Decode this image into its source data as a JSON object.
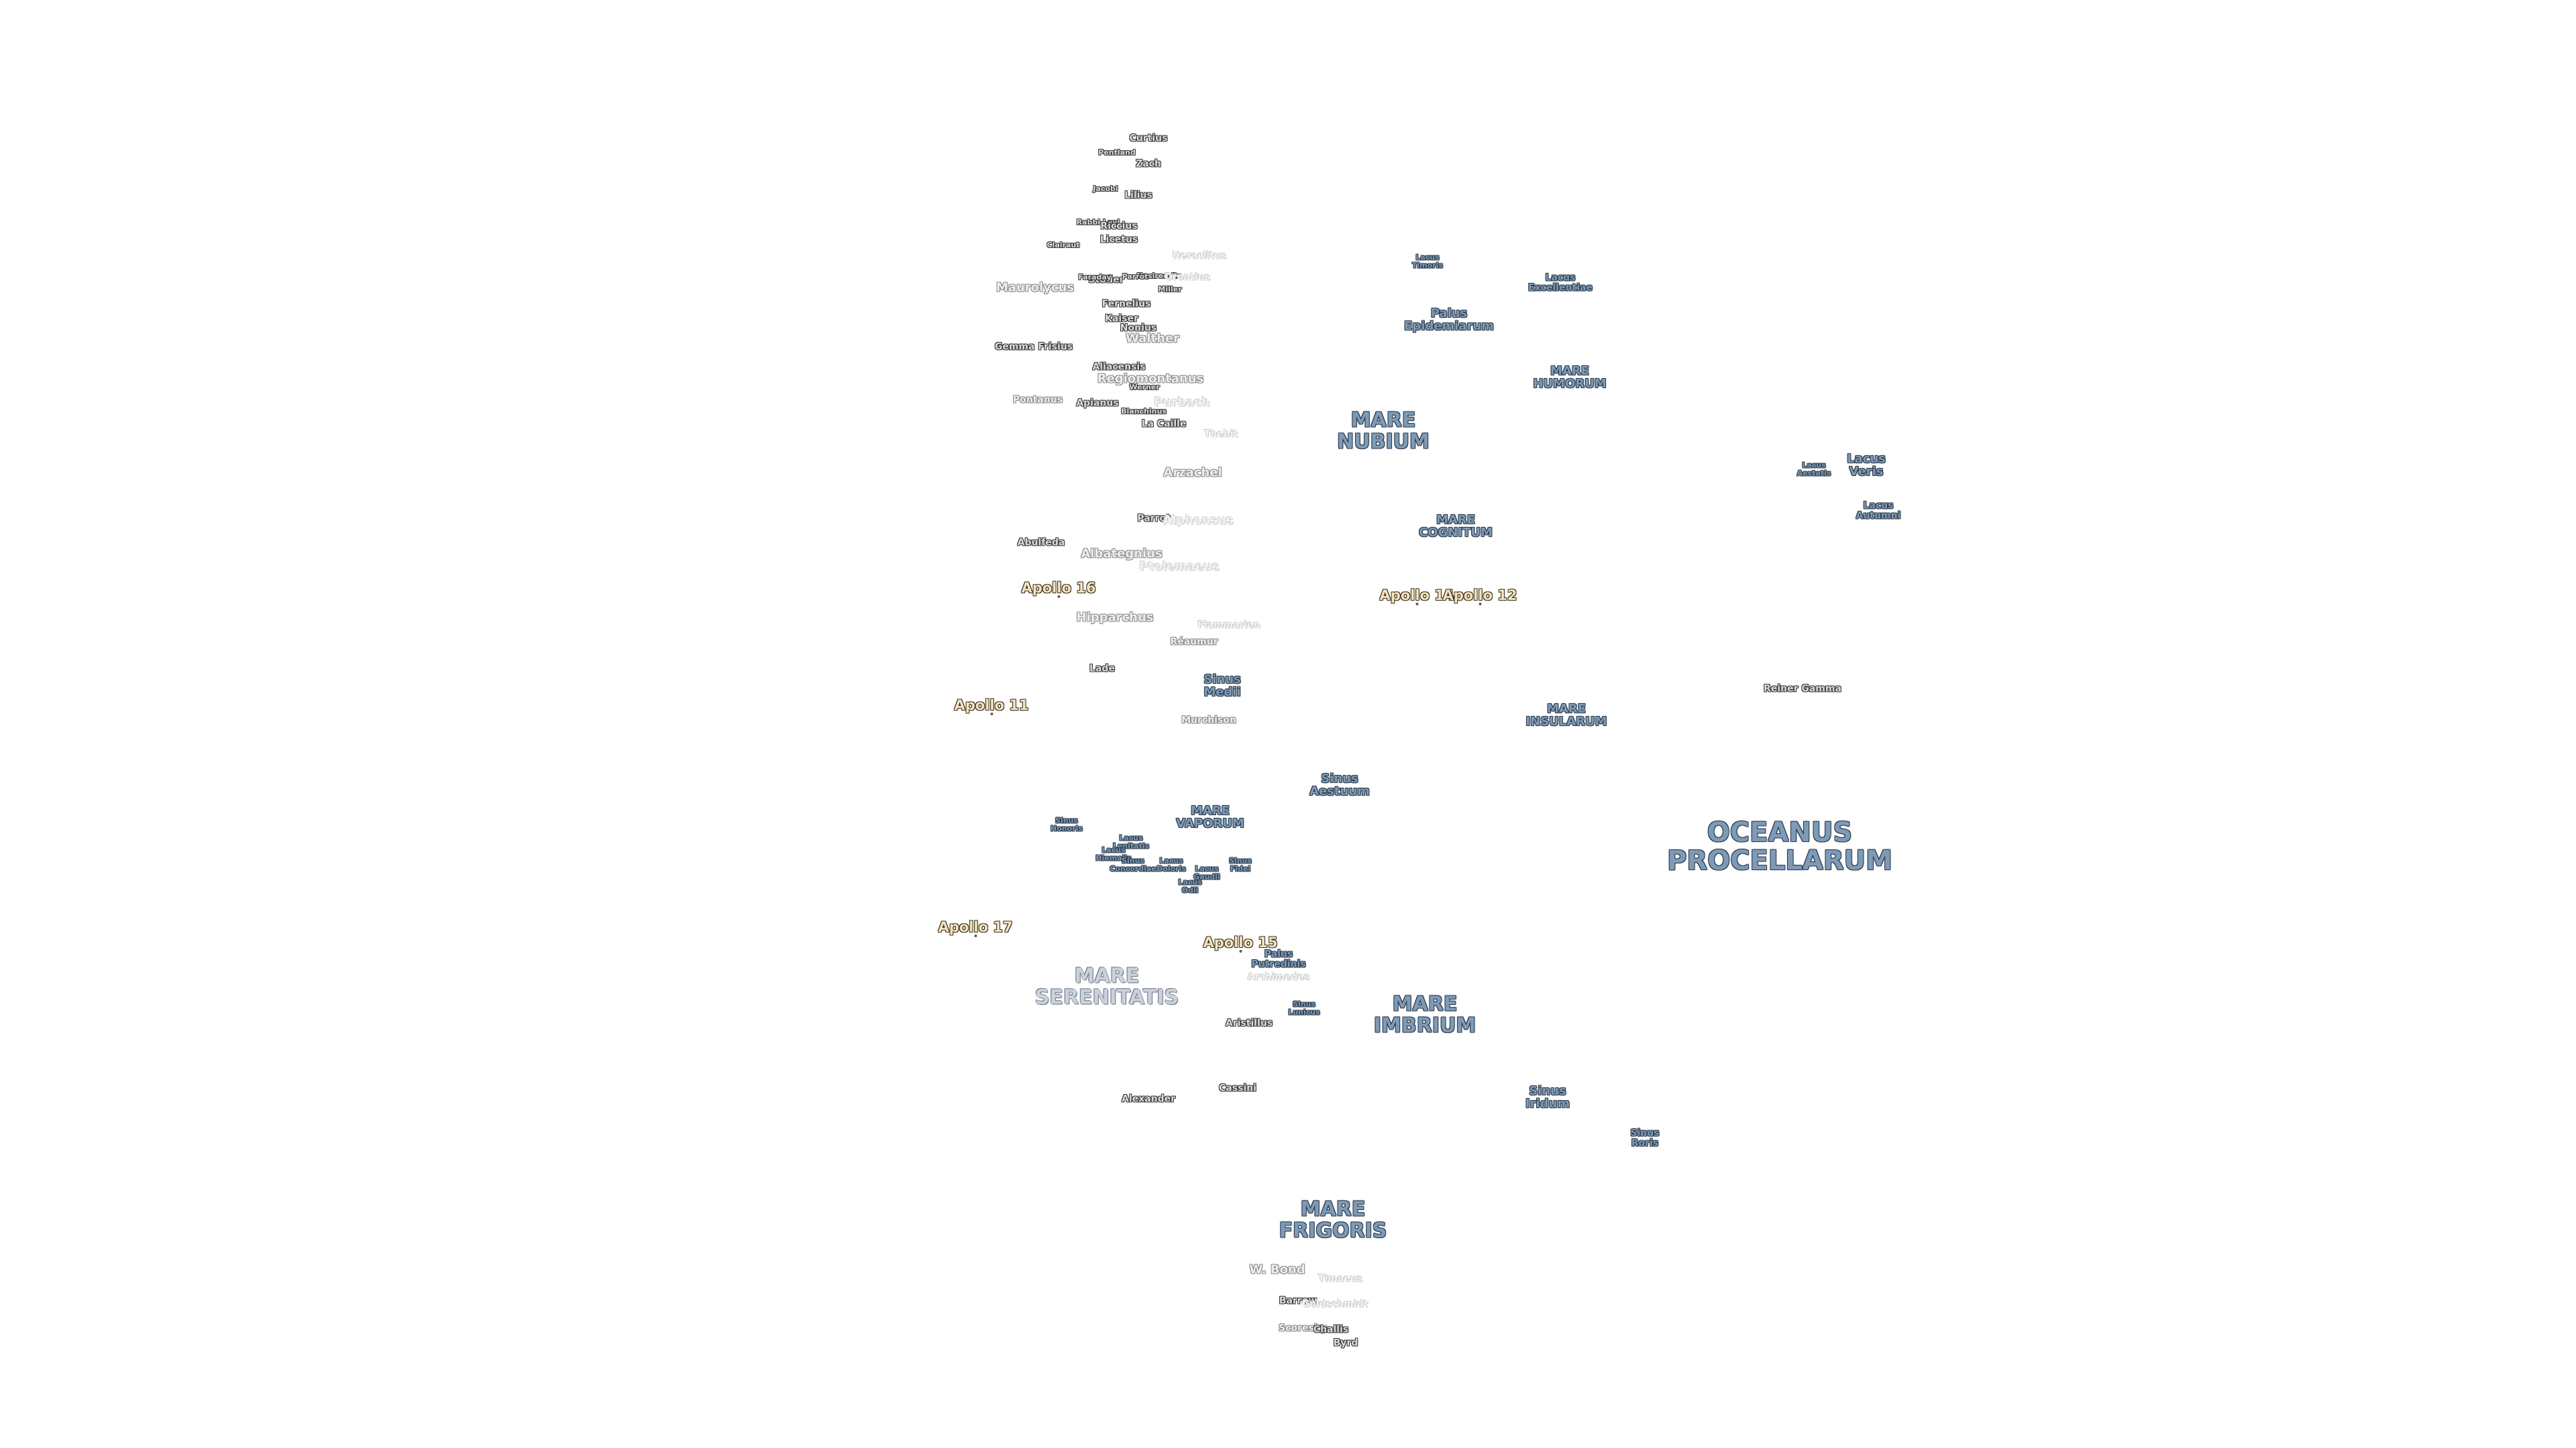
{
  "labels": [
    {
      "text": "Curtius",
      "cls": "crater",
      "size": "s-s"
    },
    {
      "text": "Pentland",
      "cls": "crater",
      "size": "s-xs"
    },
    {
      "text": "Zach",
      "cls": "crater",
      "size": "s-s"
    },
    {
      "text": "Jacobi",
      "cls": "crater",
      "size": "s-xs"
    },
    {
      "text": "Lilius",
      "cls": "crater",
      "size": "s-s"
    },
    {
      "text": "Rabbi Levi",
      "cls": "crater",
      "size": "s-xs"
    },
    {
      "text": "Riccius",
      "cls": "crater",
      "size": "s-s"
    },
    {
      "text": "Licetus",
      "cls": "crater",
      "size": "s-s"
    },
    {
      "text": "Clairaut",
      "cls": "crater",
      "size": "s-xs"
    },
    {
      "text": "Stöfler",
      "cls": "crater",
      "size": "s-s"
    },
    {
      "text": "Faraday",
      "cls": "crater",
      "size": "s-xs"
    },
    {
      "text": "Heraclitus",
      "cls": "crater faint",
      "size": "s-s"
    },
    {
      "text": "Nasireddin",
      "cls": "crater",
      "size": "s-xs"
    },
    {
      "text": "Orontius",
      "cls": "crater faint",
      "size": "s-s"
    },
    {
      "text": "Miller",
      "cls": "crater",
      "size": "s-xs"
    },
    {
      "text": "Maurolycus",
      "cls": "crater mid",
      "size": "s-m"
    },
    {
      "text": "Parrot",
      "cls": "crater",
      "size": "s-xs"
    },
    {
      "text": "Fernelius",
      "cls": "crater",
      "size": "s-s"
    },
    {
      "text": "Kaiser",
      "cls": "crater",
      "size": "s-s"
    },
    {
      "text": "Nonius",
      "cls": "crater",
      "size": "s-s"
    },
    {
      "text": "Walther",
      "cls": "crater mid",
      "size": "s-m"
    },
    {
      "text": "Gemma Frisius",
      "cls": "crater",
      "size": "s-s"
    },
    {
      "text": "Aliacensis",
      "cls": "crater",
      "size": "s-s"
    },
    {
      "text": "Regiomontanus",
      "cls": "crater mid",
      "size": "s-m"
    },
    {
      "text": "Werner",
      "cls": "crater",
      "size": "s-xs"
    },
    {
      "text": "Purbach",
      "cls": "crater faint",
      "size": "s-m"
    },
    {
      "text": "Pontanus",
      "cls": "crater mid",
      "size": "s-s"
    },
    {
      "text": "Apianus",
      "cls": "crater",
      "size": "s-s"
    },
    {
      "text": "Blanchinus",
      "cls": "crater",
      "size": "s-xs"
    },
    {
      "text": "La Caille",
      "cls": "crater",
      "size": "s-s"
    },
    {
      "text": "Thebit",
      "cls": "crater faint",
      "size": "s-s"
    },
    {
      "text": "Arzachel",
      "cls": "crater mid",
      "size": "s-m"
    },
    {
      "text": "Parrot",
      "cls": "crater",
      "size": "s-s"
    },
    {
      "text": "Alphonsus",
      "cls": "crater faint",
      "size": "s-m"
    },
    {
      "text": "Abulfeda",
      "cls": "crater",
      "size": "s-s"
    },
    {
      "text": "Albategnius",
      "cls": "crater mid",
      "size": "s-m"
    },
    {
      "text": "Ptolemaeus",
      "cls": "crater faint",
      "size": "s-m"
    },
    {
      "text": "Hipparchus",
      "cls": "crater mid",
      "size": "s-m"
    },
    {
      "text": "Flammarion",
      "cls": "crater faint",
      "size": "s-s"
    },
    {
      "text": "Réaumur",
      "cls": "crater mid",
      "size": "s-s"
    },
    {
      "text": "Lade",
      "cls": "crater",
      "size": "s-s"
    },
    {
      "text": "Murchison",
      "cls": "crater mid",
      "size": "s-s"
    },
    {
      "text": "Aristillus",
      "cls": "crater",
      "size": "s-s"
    },
    {
      "text": "Archimedes",
      "cls": "crater faint",
      "size": "s-s"
    },
    {
      "text": "Cassini",
      "cls": "crater",
      "size": "s-s"
    },
    {
      "text": "Alexander",
      "cls": "crater",
      "size": "s-s"
    },
    {
      "text": "W. Bond",
      "cls": "crater mid",
      "size": "s-m"
    },
    {
      "text": "Timaeus",
      "cls": "crater faint",
      "size": "s-s"
    },
    {
      "text": "Barrow",
      "cls": "crater",
      "size": "s-s"
    },
    {
      "text": "Goldschmidt",
      "cls": "crater faint",
      "size": "s-s"
    },
    {
      "text": "Scoresby",
      "cls": "crater mid",
      "size": "s-s"
    },
    {
      "text": "Challis",
      "cls": "crater",
      "size": "s-s"
    },
    {
      "text": "Byrd",
      "cls": "crater",
      "size": "s-s"
    },
    {
      "text": "Reiner Gamma",
      "cls": "crater",
      "size": "s-s"
    },
    {
      "text": "Lacus\nTimoris",
      "cls": "mare",
      "size": "s-xs"
    },
    {
      "text": "Lacus\nExcellentiae",
      "cls": "mare",
      "size": "s-s"
    },
    {
      "text": "Palus\nEpidemiarum",
      "cls": "mare",
      "size": "s-m"
    },
    {
      "text": "MARE\nHUMORUM",
      "cls": "mare",
      "size": "s-m"
    },
    {
      "text": "MARE\nNUBIUM",
      "cls": "mare",
      "size": "s-l"
    },
    {
      "text": "Lacus\nAestatis",
      "cls": "mare",
      "size": "s-xs"
    },
    {
      "text": "Lacus\nVeris",
      "cls": "mare",
      "size": "s-m"
    },
    {
      "text": "Lacus\nAutumni",
      "cls": "mare",
      "size": "s-s"
    },
    {
      "text": "MARE\nCOGNITUM",
      "cls": "mare",
      "size": "s-m"
    },
    {
      "text": "Sinus\nMedii",
      "cls": "mare",
      "size": "s-m"
    },
    {
      "text": "MARE\nINSULARUM",
      "cls": "mare",
      "size": "s-m"
    },
    {
      "text": "Sinus\nAestuum",
      "cls": "mare",
      "size": "s-m"
    },
    {
      "text": "OCEANUS\nPROCELLARUM",
      "cls": "mare",
      "size": "s-xl"
    },
    {
      "text": "MARE\nVAPORUM",
      "cls": "mare",
      "size": "s-m"
    },
    {
      "text": "Sinus\nHonoris",
      "cls": "mare",
      "size": "s-xs"
    },
    {
      "text": "Lacus\nLenitatis",
      "cls": "mare",
      "size": "s-xs"
    },
    {
      "text": "Lacus\nHiemalis",
      "cls": "mare",
      "size": "s-xs"
    },
    {
      "text": "Sinus\nConcordiae",
      "cls": "mare",
      "size": "s-xs"
    },
    {
      "text": "Lacus\nDoloris",
      "cls": "mare",
      "size": "s-xs"
    },
    {
      "text": "Lacus\nGaudii",
      "cls": "mare",
      "size": "s-xs"
    },
    {
      "text": "Lacus\nOdii",
      "cls": "mare",
      "size": "s-xs"
    },
    {
      "text": "Sinus\nFidei",
      "cls": "mare",
      "size": "s-xs"
    },
    {
      "text": "Palus\nPutredinis",
      "cls": "mare",
      "size": "s-s"
    },
    {
      "text": "Sinus\nLunicus",
      "cls": "mare",
      "size": "s-xs"
    },
    {
      "text": "MARE\nSERENITATIS",
      "cls": "mare dim",
      "size": "s-l"
    },
    {
      "text": "MARE\nIMBRIUM",
      "cls": "mare",
      "size": "s-l"
    },
    {
      "text": "Sinus\nIridum",
      "cls": "mare",
      "size": "s-m"
    },
    {
      "text": "Sinus\nRoris",
      "cls": "mare",
      "size": "s-s"
    },
    {
      "text": "MARE\nFRIGORIS",
      "cls": "mare",
      "size": "s-l"
    },
    {
      "text": "Apollo 16",
      "cls": "apollo",
      "size": "s-ap"
    },
    {
      "text": "Apollo 14",
      "cls": "apollo",
      "size": "s-ap"
    },
    {
      "text": "Apollo 12",
      "cls": "apollo",
      "size": "s-ap"
    },
    {
      "text": "Apollo 11",
      "cls": "apollo",
      "size": "s-ap"
    },
    {
      "text": "Apollo 17",
      "cls": "apollo",
      "size": "s-ap"
    },
    {
      "text": "Apollo 15",
      "cls": "apollo",
      "size": "s-ap"
    }
  ]
}
